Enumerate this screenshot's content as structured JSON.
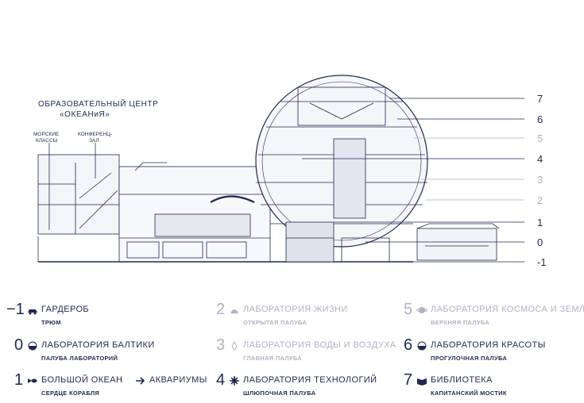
{
  "colors": {
    "dark": "#1f2a4d",
    "light": "#aeb3c4"
  },
  "diagram": {
    "title_line1": "ОБРАЗОВАТЕЛЬНЫЙ ЦЕНТР",
    "title_line2": "«ОКЕАНиЯ»",
    "label_marine_line1": "МОРСКИЕ",
    "label_marine_line2": "КЛАССЫ",
    "label_conf_line1": "КОНФЕРЕНЦ-",
    "label_conf_line2": "ЗАЛ",
    "deck_levels": [
      {
        "label": "7",
        "style": "dark"
      },
      {
        "label": "6",
        "style": "dark"
      },
      {
        "label": "5",
        "style": "light"
      },
      {
        "label": "4",
        "style": "dark"
      },
      {
        "label": "3",
        "style": "light"
      },
      {
        "label": "2",
        "style": "light"
      },
      {
        "label": "1",
        "style": "dark"
      },
      {
        "label": "0",
        "style": "dark"
      },
      {
        "label": "-1",
        "style": "dark"
      }
    ]
  },
  "legend": [
    {
      "num": "−1",
      "icon": "car-icon",
      "title": "ГАРДЕРОБ",
      "subtitle": "ТРЮМ",
      "style": "dark"
    },
    {
      "num": "0",
      "icon": "half-circle-icon",
      "title": "ЛАБОРАТОРИЯ БАЛТИКИ",
      "subtitle": "ПАЛУБА ЛАБОРАТОРИЙ",
      "style": "dark"
    },
    {
      "num": "1",
      "icon": "fish-icon",
      "title": "БОЛЬШОЙ ОКЕАН",
      "extra_icon": "arrow-icon",
      "extra": "АКВАРИУМЫ",
      "subtitle": "СЕРДЦЕ КОРАБЛЯ",
      "style": "dark"
    },
    {
      "num": "2",
      "icon": "shell-icon",
      "title": "ЛАБОРАТОРИЯ ЖИЗНИ",
      "subtitle": "ОТКРЫТАЯ ПАЛУБА",
      "style": "light"
    },
    {
      "num": "3",
      "icon": "drop-icon",
      "title": "ЛАБОРАТОРИЯ ВОДЫ И ВОЗДУХА",
      "subtitle": "ГЛАВНАЯ ПАЛУБА",
      "style": "light"
    },
    {
      "num": "4",
      "icon": "gear-icon",
      "title": "ЛАБОРАТОРИЯ ТЕХНОЛОГИЙ",
      "subtitle": "ШЛЮПОЧНАЯ ПАЛУБА",
      "style": "dark"
    },
    {
      "num": "5",
      "icon": "planet-icon",
      "title": "ЛАБОРАТОРИЯ КОСМОСА И ЗЕМЛИ",
      "subtitle": "ВЕРХНЯЯ ПАЛУБА",
      "style": "light"
    },
    {
      "num": "6",
      "icon": "half-circle-icon",
      "title": "ЛАБОРАТОРИЯ КРАСОТЫ",
      "subtitle": "ПРОГУЛОЧНАЯ ПАЛУБА",
      "style": "dark"
    },
    {
      "num": "7",
      "icon": "book-icon",
      "title": "БИБЛИОТЕКА",
      "subtitle": "КАПИТАНСКИЙ МОСТИК",
      "style": "dark"
    }
  ]
}
